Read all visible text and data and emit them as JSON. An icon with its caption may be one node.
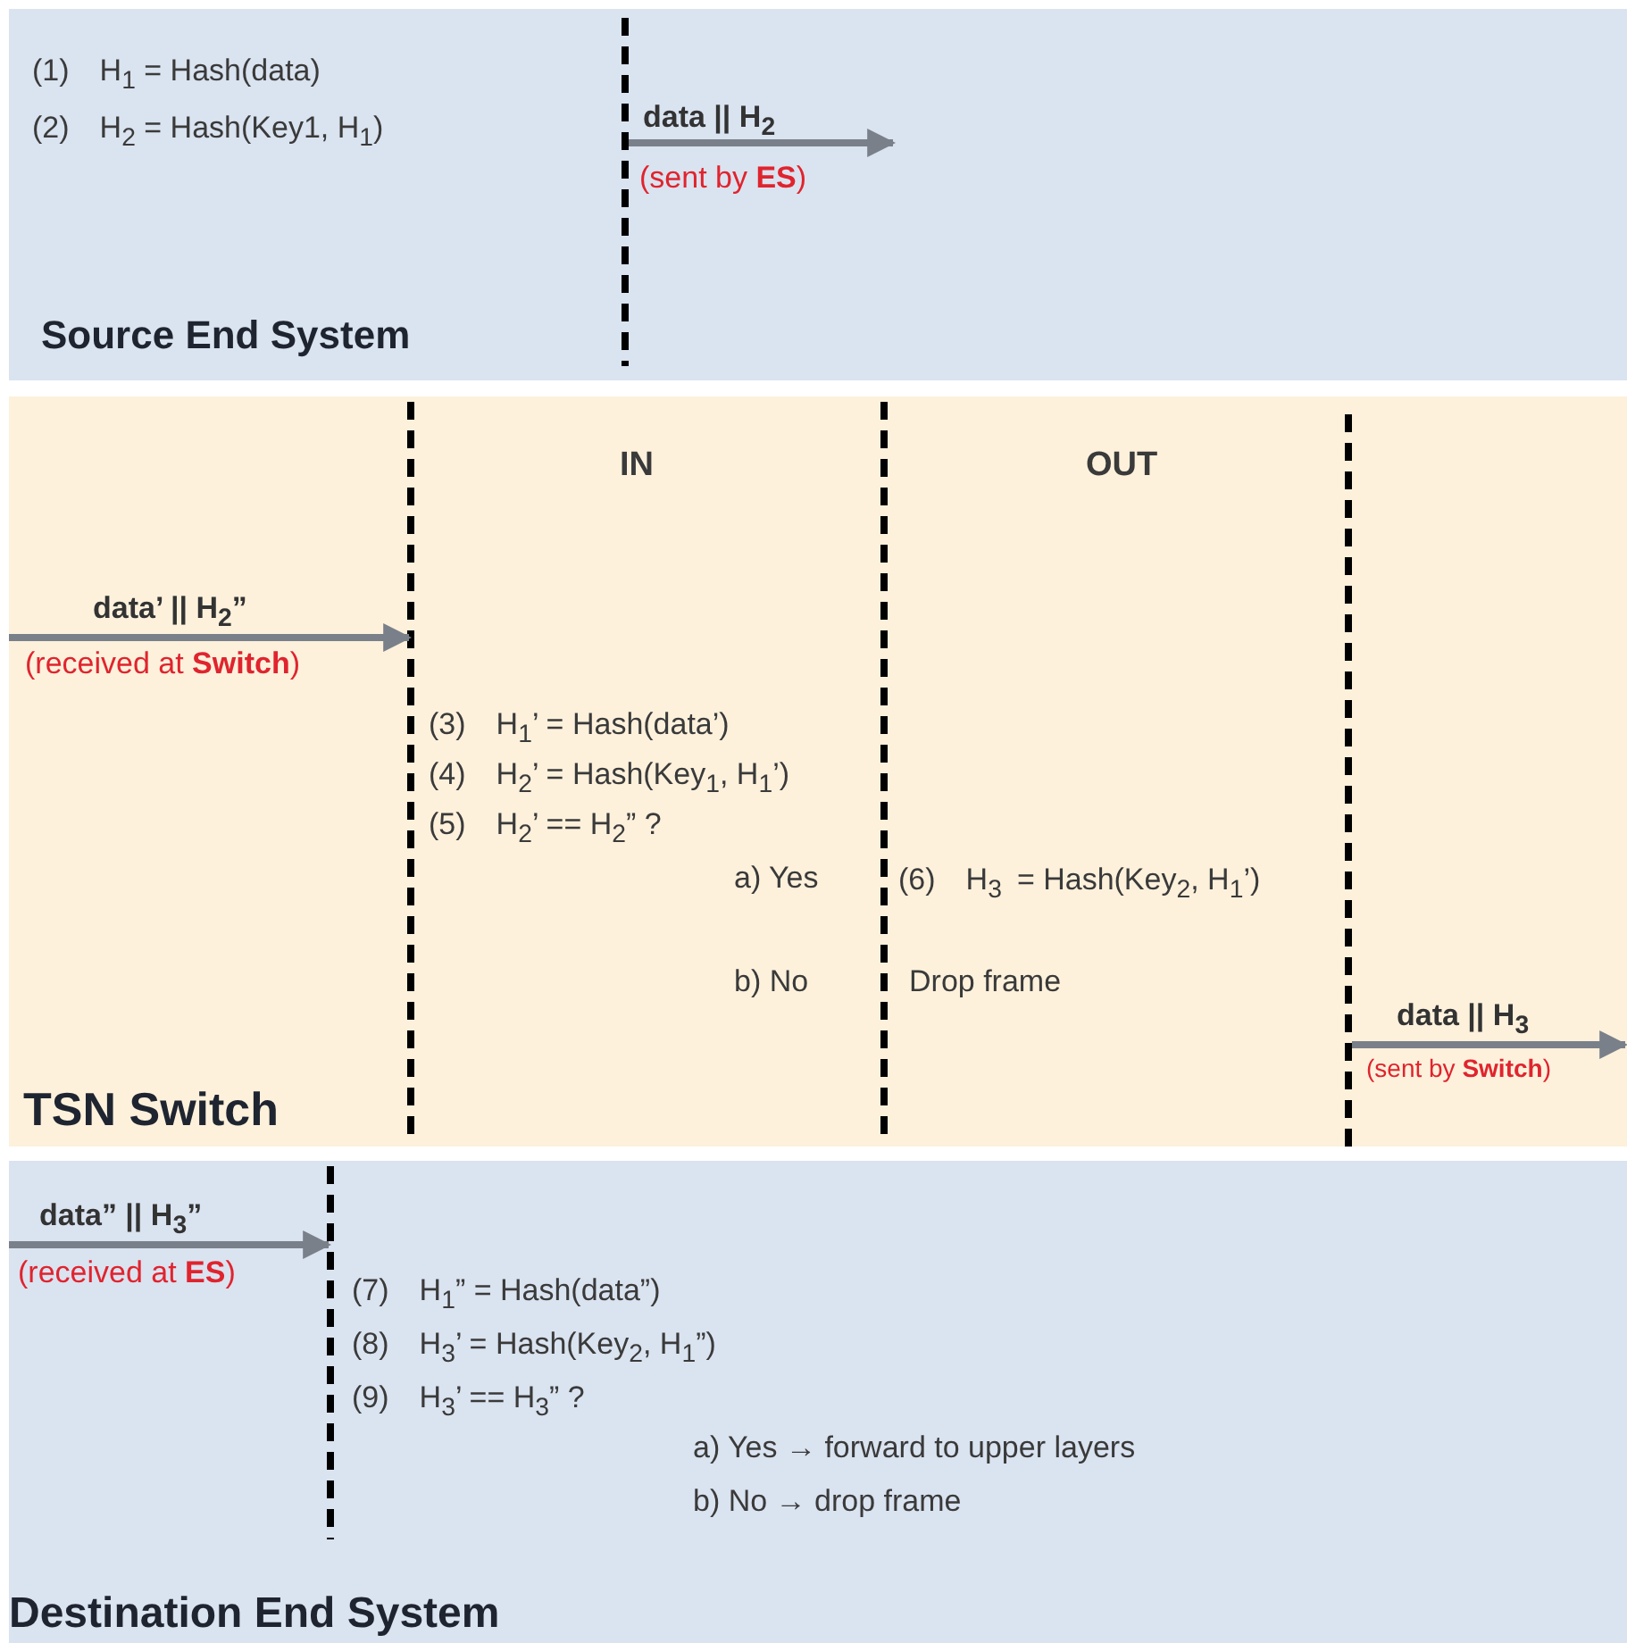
{
  "diagram": {
    "nodes": [
      {
        "text": [
          "Source End System"
        ]
      },
      {
        "text": [
          "TSN Switch"
        ]
      },
      {
        "text": [
          "Destination End System"
        ]
      }
    ],
    "labels": [
      "(1) H$_{1}$ = Hash(data)",
      "(2) H$_{2}$ = Hash(Key1, H$_{1}$)",
      "data || H$_{2}$",
      "(sent by **ES**)",
      "IN",
      "OUT",
      "data’ || H$_{2}$”",
      "(received at **Switch**)",
      "(3) H$_{1}$’ = Hash(data’)",
      "(4) H$_{2}$’ = Hash(Key$_{1}$, H$_{1}$’)",
      "(5) H$_{2}$’ == H$_{2}$” ?",
      "a) Yes",
      "(6) H$_{3}$ = Hash(Key$_{2}$, H$_{1}$’)",
      "b) No",
      "Drop frame",
      "data || H$_{3}$",
      "(sent by **Switch**)",
      "data” || H$_{3}$”",
      "(received at **ES**)",
      "(7) H$_{1}$” = Hash(data”)",
      "(8) H$_{3}$’ = Hash(Key$_{2}$, H$_{1}$”)",
      "(9) H$_{3}$’ == H$_{3}$” ?",
      "a) Yes → forward to upper layers",
      "b) No → drop frame"
    ]
  }
}
